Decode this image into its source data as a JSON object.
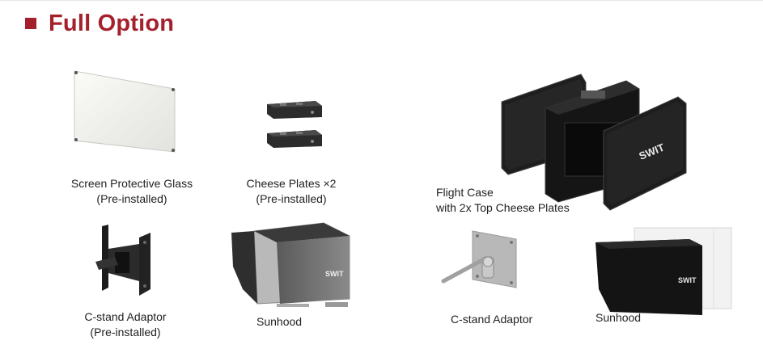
{
  "header": {
    "title": "Full Option",
    "accent_color": "#a5202d"
  },
  "items": [
    {
      "lines": [
        "Screen Protective Glass",
        "(Pre-installed)"
      ],
      "icon": "glass-panel-icon"
    },
    {
      "lines": [
        "Cheese Plates ×2",
        "(Pre-installed)"
      ],
      "icon": "cheese-plates-icon"
    },
    {
      "lines": [
        "Flight Case",
        "with 2x Top Cheese Plates"
      ],
      "icon": "flight-case-icon",
      "brand": "SWIT"
    },
    {
      "lines": [
        "C-stand Adaptor",
        "(Pre-installed)"
      ],
      "icon": "c-stand-adaptor-icon"
    },
    {
      "lines": [
        "Sunhood"
      ],
      "icon": "sunhood-icon",
      "brand": "SWIT"
    },
    {
      "lines": [
        "C-stand Adaptor"
      ],
      "icon": "c-stand-adaptor-bracket-icon"
    },
    {
      "lines": [
        "Sunhood"
      ],
      "icon": "sunhood-mounted-icon",
      "brand": "SWIT"
    }
  ]
}
